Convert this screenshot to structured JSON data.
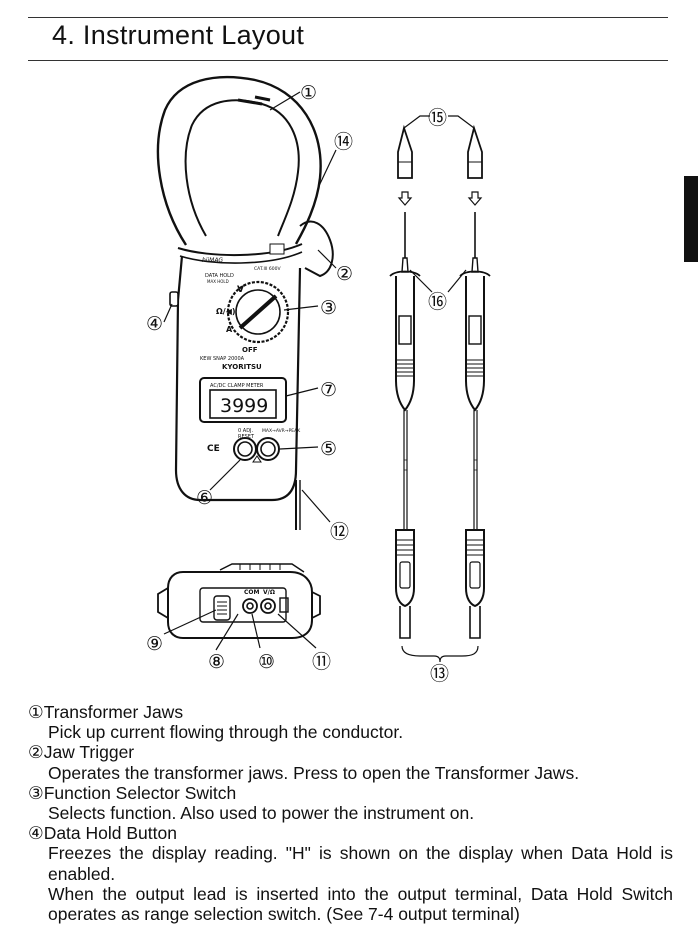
{
  "page": {
    "title": "4. Instrument Layout"
  },
  "callouts": {
    "c1": "①",
    "c2": "②",
    "c3": "③",
    "c4": "④",
    "c5": "⑤",
    "c6": "⑥",
    "c7": "⑦",
    "c8": "⑧",
    "c9": "⑨",
    "c10": "⑩",
    "c11": "⑪",
    "c12": "⑫",
    "c13": "⑬",
    "c14": "⑭",
    "c15": "⑮",
    "c16": "⑯"
  },
  "meter": {
    "display_reading": "3999",
    "brand": "KYORITSU",
    "model_label": "KEW SNAP 2000A",
    "lcd_label": "AC/DC CLAMP METER",
    "hold_label": "DATA HOLD",
    "max_hold_label": "MAX HOLD",
    "dial_v": "V",
    "dial_ohm": "Ω/◀)",
    "dial_a": "A",
    "dial_off": "OFF",
    "zero_adj_label": "0 ADJ.",
    "reset_label": "RESET",
    "mode_label": "MAX→AVR→PEAK",
    "ce_mark": "CE",
    "cat_label": "CAT.III 600V",
    "bottom_com": "COM",
    "bottom_vo": "V/Ω"
  },
  "descriptions": [
    {
      "head": "①Transformer Jaws",
      "body": [
        "Pick up current flowing through the conductor."
      ]
    },
    {
      "head": "②Jaw Trigger",
      "body": [
        "Operates the transformer jaws. Press to open the Transformer Jaws."
      ]
    },
    {
      "head": "③Function Selector Switch",
      "body": [
        "Selects function. Also used to power the instrument on."
      ]
    },
    {
      "head": "④Data Hold Button",
      "body": [
        "Freezes the display reading. \"H\" is shown on the display when Data Hold is enabled.",
        "When the output lead is inserted into the output terminal, Data Hold Switch operates as range selection switch. (See 7-4 output terminal)"
      ]
    }
  ]
}
